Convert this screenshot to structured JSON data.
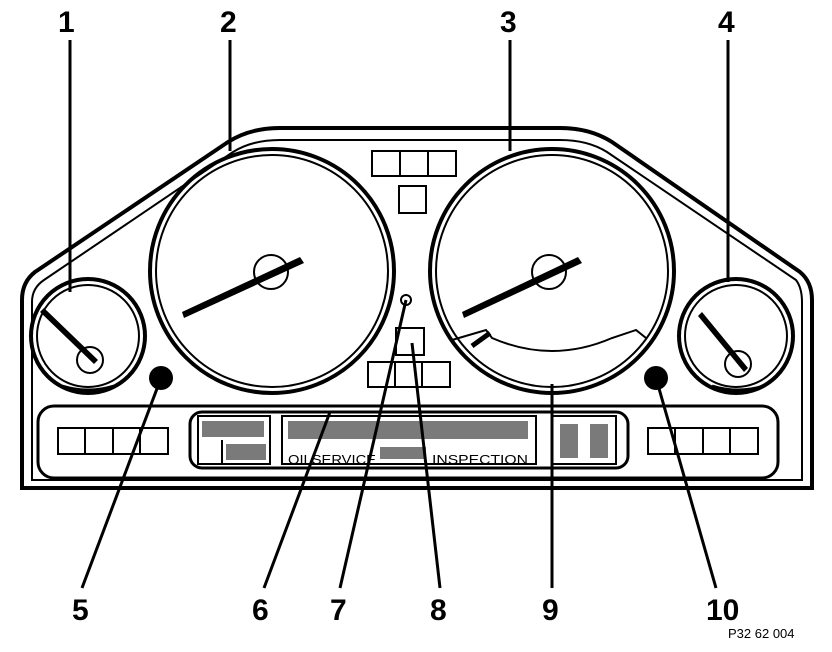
{
  "callouts_top": [
    "1",
    "2",
    "3",
    "4"
  ],
  "callouts_bottom": [
    "5",
    "6",
    "7",
    "8",
    "9",
    "10"
  ],
  "oil_service_label": "OILSERVICE",
  "inspection_label": "INSPECTION",
  "figure_code": "P32 62 004",
  "colors": {
    "ink": "#000000",
    "paper": "#ffffff",
    "display_fill": "#7a7a7a"
  },
  "icons": [
    "pointer-needle",
    "indicator-lamp",
    "warning-square"
  ]
}
